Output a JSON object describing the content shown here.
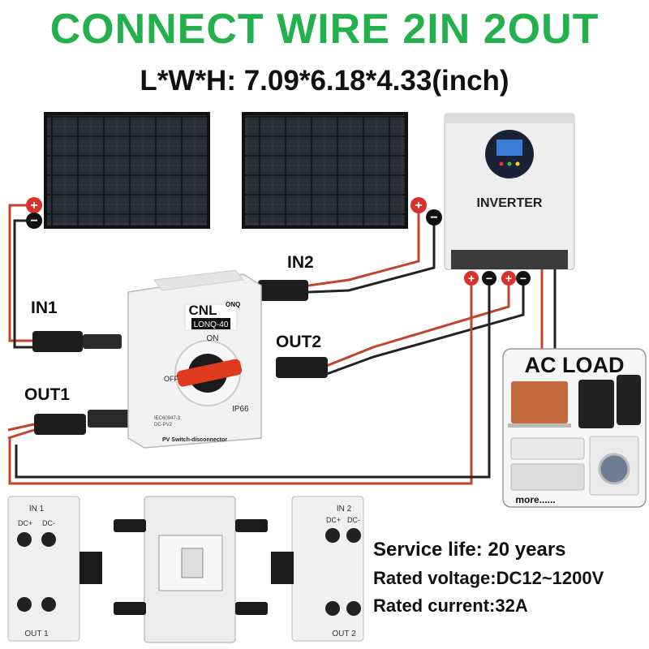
{
  "header": {
    "title": "CONNECT WIRE 2IN 2OUT",
    "dimensions": "L*W*H: 7.09*6.18*4.33(inch)"
  },
  "labels": {
    "in1": "IN1",
    "in2": "IN2",
    "out1": "OUT1",
    "out2": "OUT2",
    "inverter": "INVERTER",
    "ac_load": "AC LOAD",
    "more": "more......"
  },
  "switch_box": {
    "brand": "CNL",
    "brand_small": "ONQ",
    "model": "LONQ-40",
    "on": "ON",
    "off": "OFF",
    "rating": "IP66",
    "standard": "IEC60947-3",
    "standard2": "DC-PV2",
    "caption": "PV Switch-disconnector"
  },
  "detail_views": {
    "left_top": "IN 1",
    "left_bottom": "OUT 1",
    "left_dc_plus": "DC+",
    "left_dc_minus": "DC-",
    "right_top": "IN 2",
    "right_bottom": "OUT 2",
    "right_dc_plus": "DC+",
    "right_dc_minus": "DC-"
  },
  "specs": {
    "service_life": "Service life: 20 years",
    "rated_voltage": "Rated voltage:DC12~1200V",
    "rated_current": "Rated current:32A"
  },
  "colors": {
    "headline": "#22b14c",
    "wire_red": "#c0452b",
    "wire_black": "#222222",
    "switch_knob": "#e03a1e"
  }
}
